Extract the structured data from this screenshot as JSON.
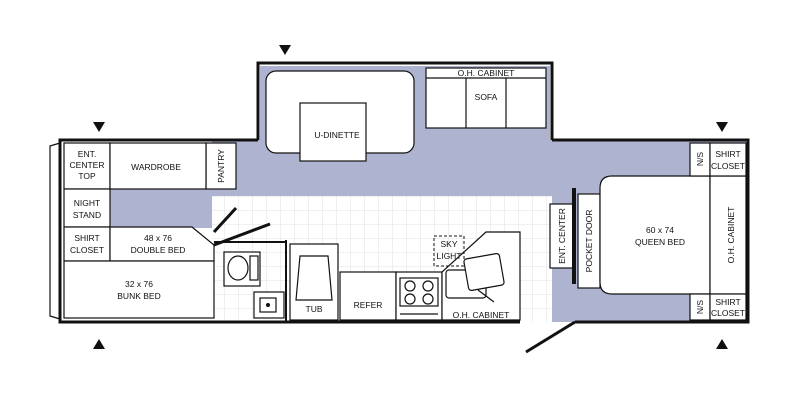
{
  "colors": {
    "floor": "#aeb3cf",
    "wall": "#111111",
    "tile": "#ffffff"
  },
  "rooms": {
    "o_h_cabinet_top": "O.H. CABINET",
    "sofa": "SOFA",
    "u_dinette": "U-DINETTE",
    "pantry": "PANTRY",
    "ent_center_top": [
      "ENT.",
      "CENTER",
      "TOP"
    ],
    "wardrobe": "WARDROBE",
    "night_stand": [
      "NIGHT",
      "STAND"
    ],
    "shirt_closet_left": [
      "SHIRT",
      "CLOSET"
    ],
    "double_bed": [
      "48 x 76",
      "DOUBLE BED"
    ],
    "bunk_bed": [
      "32 x 76",
      "BUNK BED"
    ],
    "tub": "TUB",
    "refer": "REFER",
    "sky_light": [
      "SKY",
      "LIGHT"
    ],
    "o_h_cabinet_bottom": "O.H. CABINET",
    "ent_center_right": "ENT. CENTER",
    "pocket_door": "POCKET DOOR",
    "queen_bed": [
      "60 x 74",
      "QUEEN BED"
    ],
    "o_h_cabinet_right": "O.H. CABINET",
    "ns_top": "N/S",
    "ns_bottom": "N/S",
    "shirt_closet_right_top": [
      "SHIRT",
      "CLOSET"
    ],
    "shirt_closet_right_bottom": [
      "SHIRT",
      "CLOSET"
    ]
  }
}
